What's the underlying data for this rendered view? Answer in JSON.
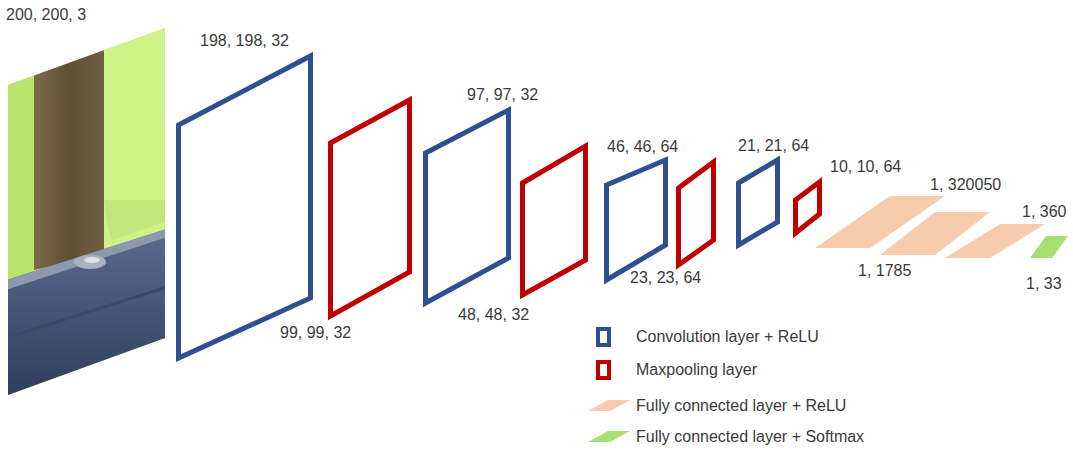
{
  "diagram": {
    "nodes": [
      {
        "text": [
          "200, 200, 3"
        ]
      },
      {
        "text": [
          "198, 198, 32"
        ]
      },
      {
        "text": [
          "99, 99, 32"
        ]
      },
      {
        "text": [
          "97, 97, 32"
        ]
      },
      {
        "text": [
          "48, 48, 32"
        ]
      },
      {
        "text": [
          "46, 46, 64"
        ]
      },
      {
        "text": [
          "23, 23, 64"
        ]
      },
      {
        "text": [
          "21, 21, 64"
        ]
      },
      {
        "text": [
          "10, 10, 64"
        ]
      },
      {
        "text": [
          "1, 320050"
        ]
      },
      {
        "text": [
          "1, 1785"
        ]
      },
      {
        "text": [
          "1, 360"
        ]
      },
      {
        "text": [
          "1, 33"
        ]
      }
    ],
    "legend": [
      {
        "text": "Convolution layer + ReLU",
        "color": "#2e5092"
      },
      {
        "text": "Maxpooling layer",
        "color": "#c00000"
      },
      {
        "text": "Fully connected layer + ReLU",
        "color": "#f8cbad"
      },
      {
        "text": "Fully connected layer + Softmax",
        "color": "#a6e06f"
      }
    ]
  }
}
